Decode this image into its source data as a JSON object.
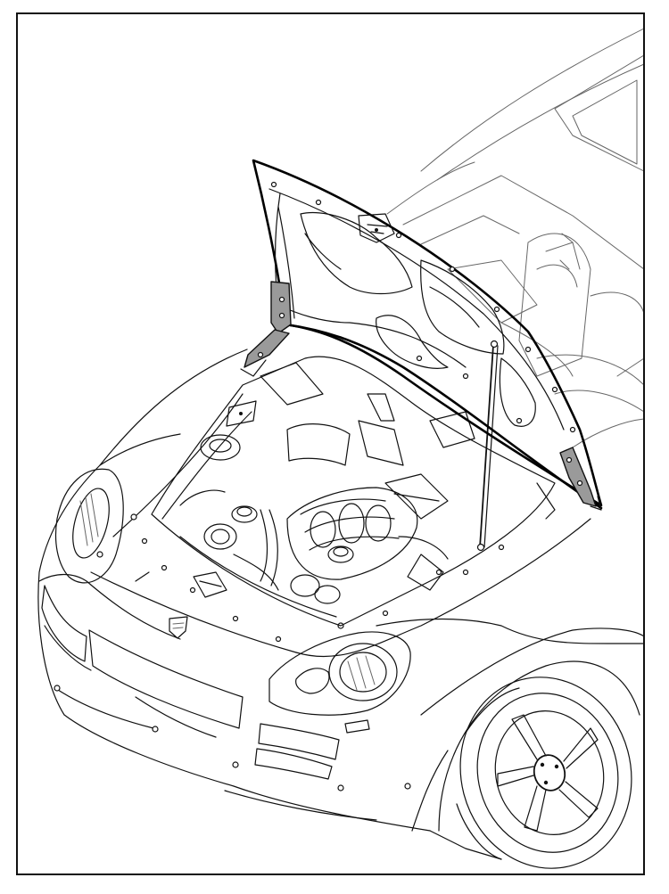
{
  "figure": {
    "title": "",
    "accent_color": "#9a9a9a",
    "line_color": "#111111",
    "background_color": "#ffffff"
  },
  "components": {
    "bonnet": "bonnet-outline",
    "hinge_left": "hinge-left-highlighted",
    "hinge_right": "hinge-right-highlighted",
    "gas_strut": "gas-strut",
    "engine": "engine-bay",
    "headlight_left": "headlight-left",
    "headlight_right": "headlight-right",
    "grille": "front-grille",
    "wheel": "front-right-wheel",
    "badge": "crest-badge"
  }
}
